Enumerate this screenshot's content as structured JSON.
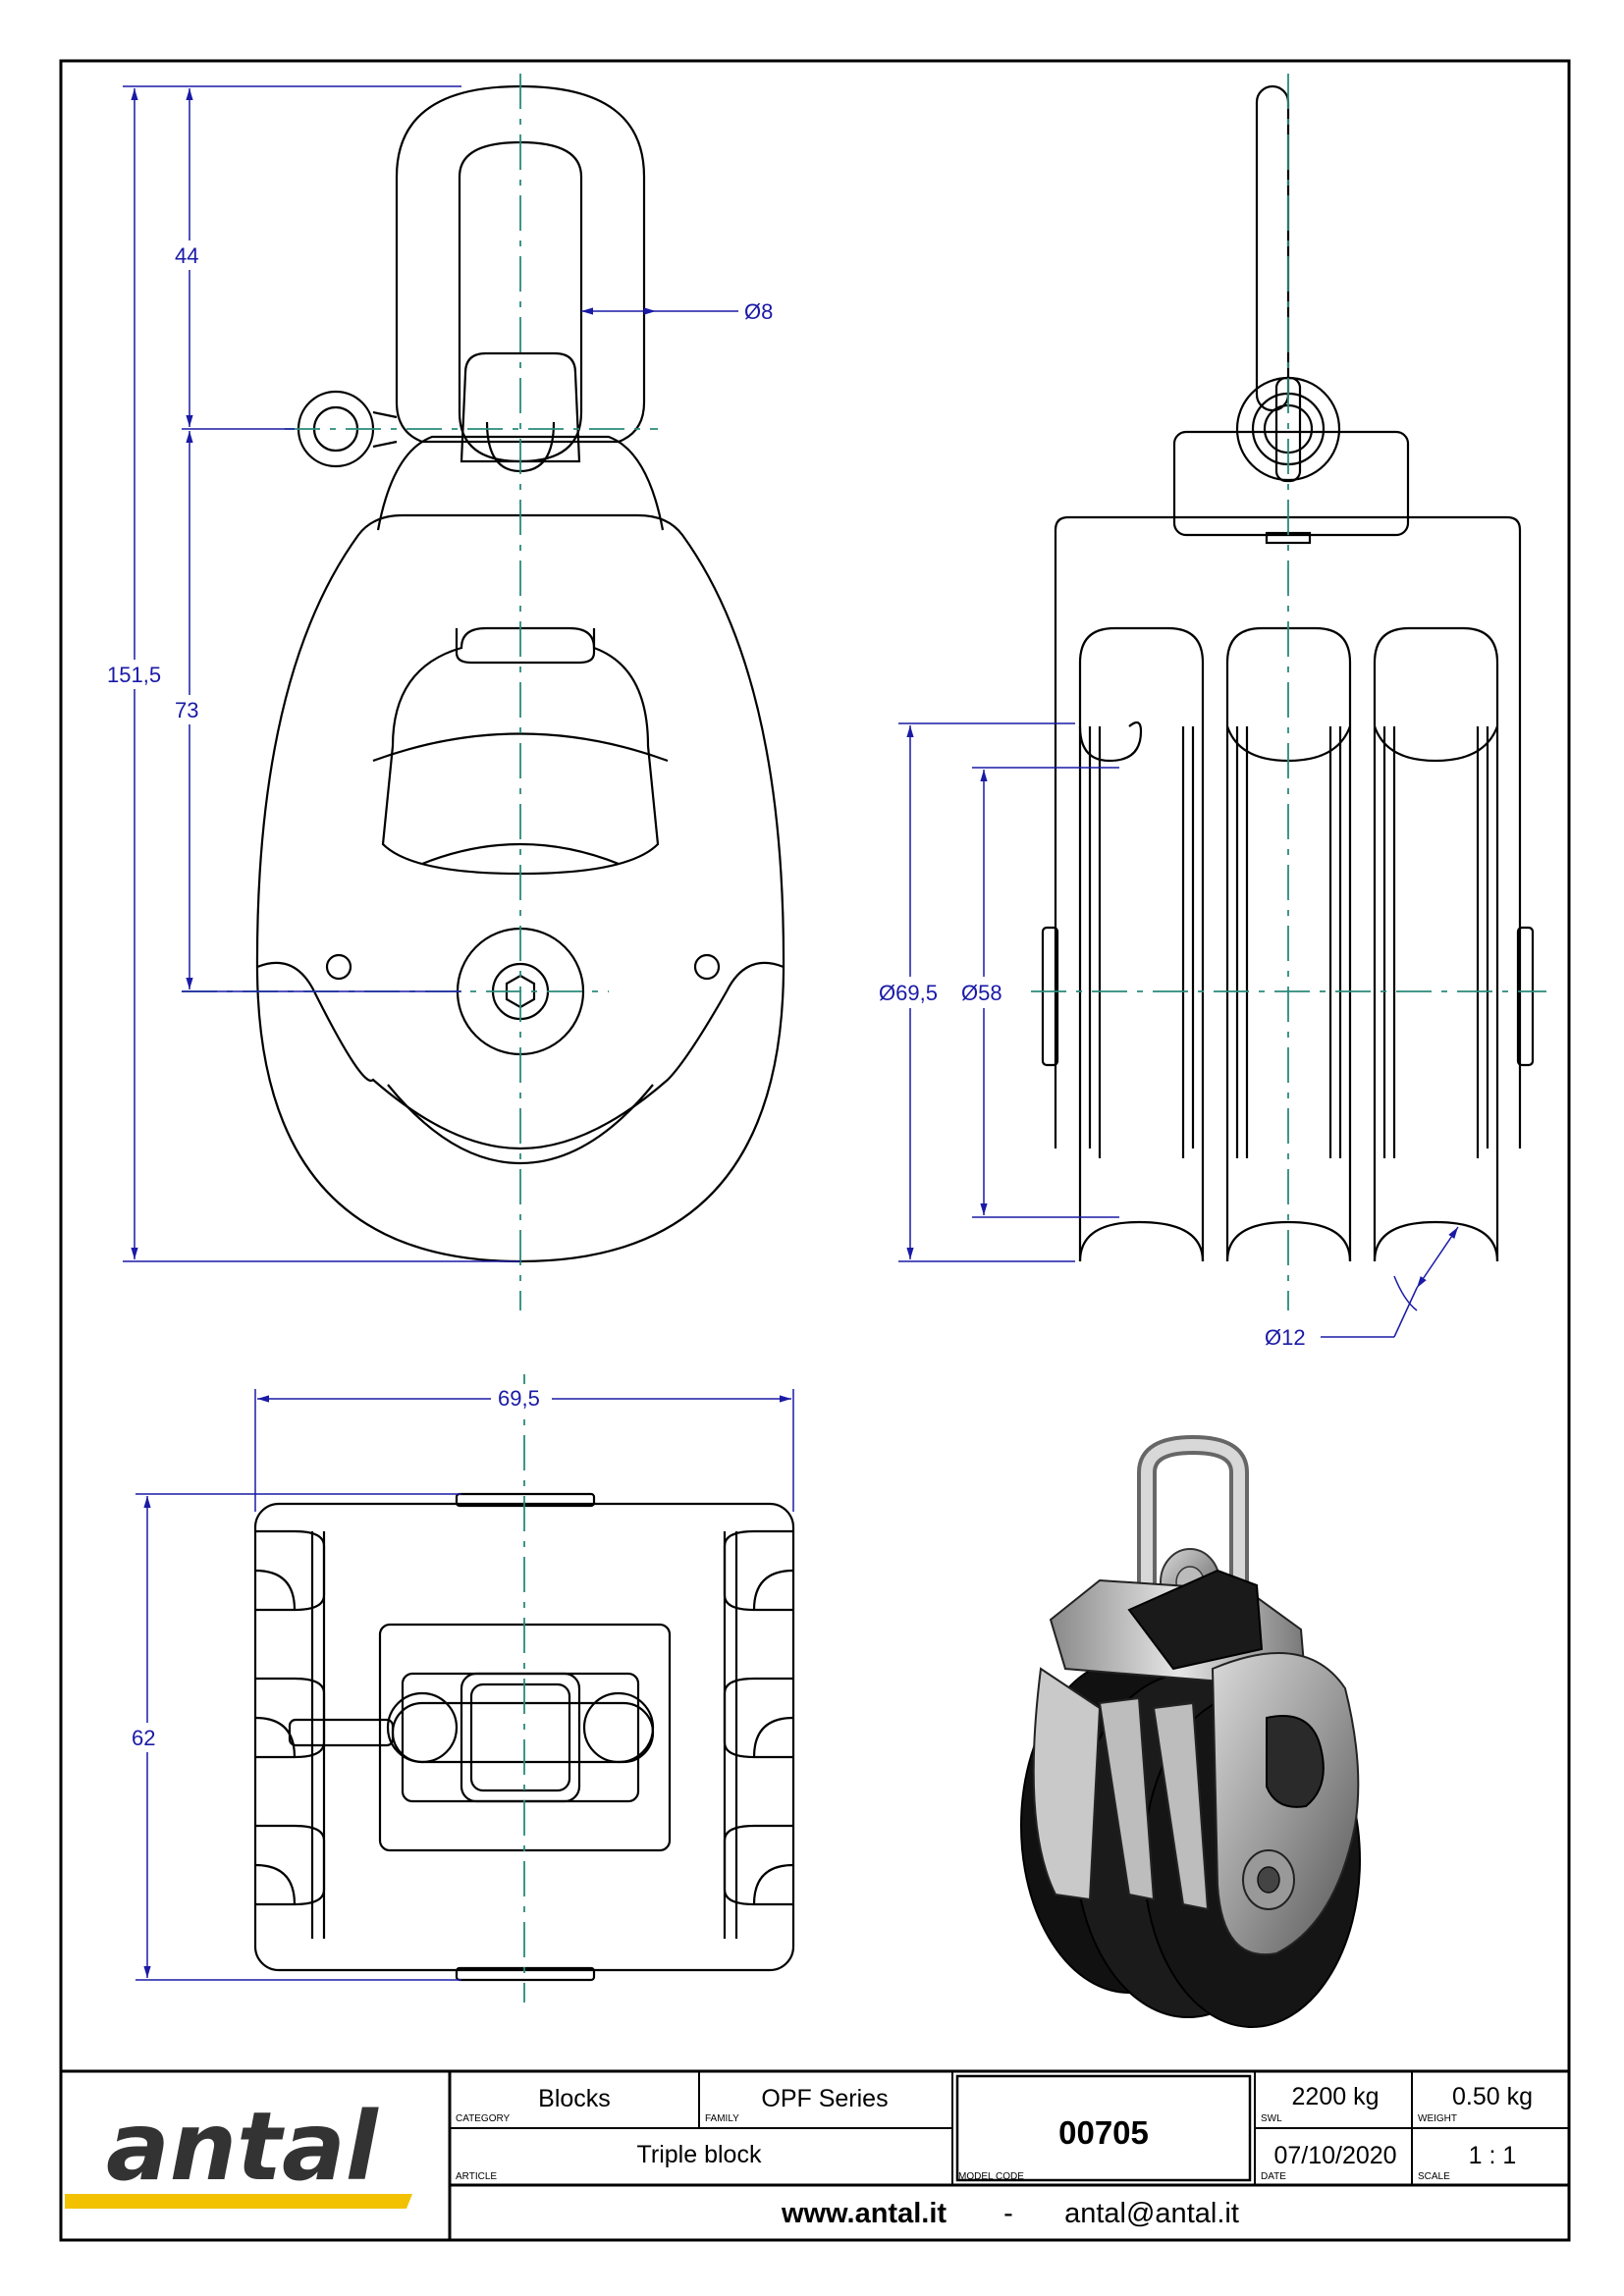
{
  "dimensions": {
    "shackle_height": "44",
    "pin_diameter": "Ø8",
    "total_height": "151,5",
    "axle_height": "73",
    "outer_diameter": "Ø69,5",
    "sheave_diameter": "Ø58",
    "rope_diameter": "Ø12",
    "width": "69,5",
    "depth": "62"
  },
  "title_block": {
    "logo_text": "antal",
    "category_label": "CATEGORY",
    "category_value": "Blocks",
    "family_label": "FAMILY",
    "family_value": "OPF Series",
    "article_label": "ARTICLE",
    "article_value": "Triple block",
    "model_code_label": "MODEL CODE",
    "model_code_value": "00705",
    "swl_label": "SWL",
    "swl_value": "2200 kg",
    "weight_label": "WEIGHT",
    "weight_value": "0.50 kg",
    "date_label": "DATE",
    "date_value": "07/10/2020",
    "scale_label": "SCALE",
    "scale_value": "1 : 1",
    "website": "www.antal.it",
    "separator": "-",
    "email": "antal@antal.it"
  },
  "colors": {
    "dimension": "#1a1aa6",
    "centerline": "#2a8a7a",
    "logo_bar": "#f2c200",
    "logo_text": "#333333"
  }
}
